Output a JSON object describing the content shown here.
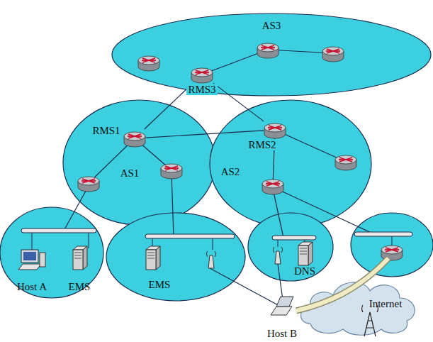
{
  "diagram": {
    "nodes": [
      {
        "text": [
          "AS3"
        ]
      },
      {
        "text": [
          "RMS3"
        ],
        "in": 0
      },
      {
        "text": [
          "AS1"
        ]
      },
      {
        "text": [
          "RMS1"
        ],
        "in": 2
      },
      {
        "text": [
          "AS2"
        ]
      },
      {
        "text": [
          "RMS2"
        ],
        "in": 4
      },
      {
        "text": [
          "Internet"
        ]
      }
    ],
    "edges": [
      {
        "from": 3,
        "to": 1,
        "arrow": "none"
      },
      {
        "from": 5,
        "to": 1,
        "arrow": "none"
      },
      {
        "from": 3,
        "to": 5,
        "arrow": "none"
      }
    ],
    "labels": [
      "Host A",
      "EMS",
      "EMS",
      "DNS",
      "Host B"
    ]
  }
}
